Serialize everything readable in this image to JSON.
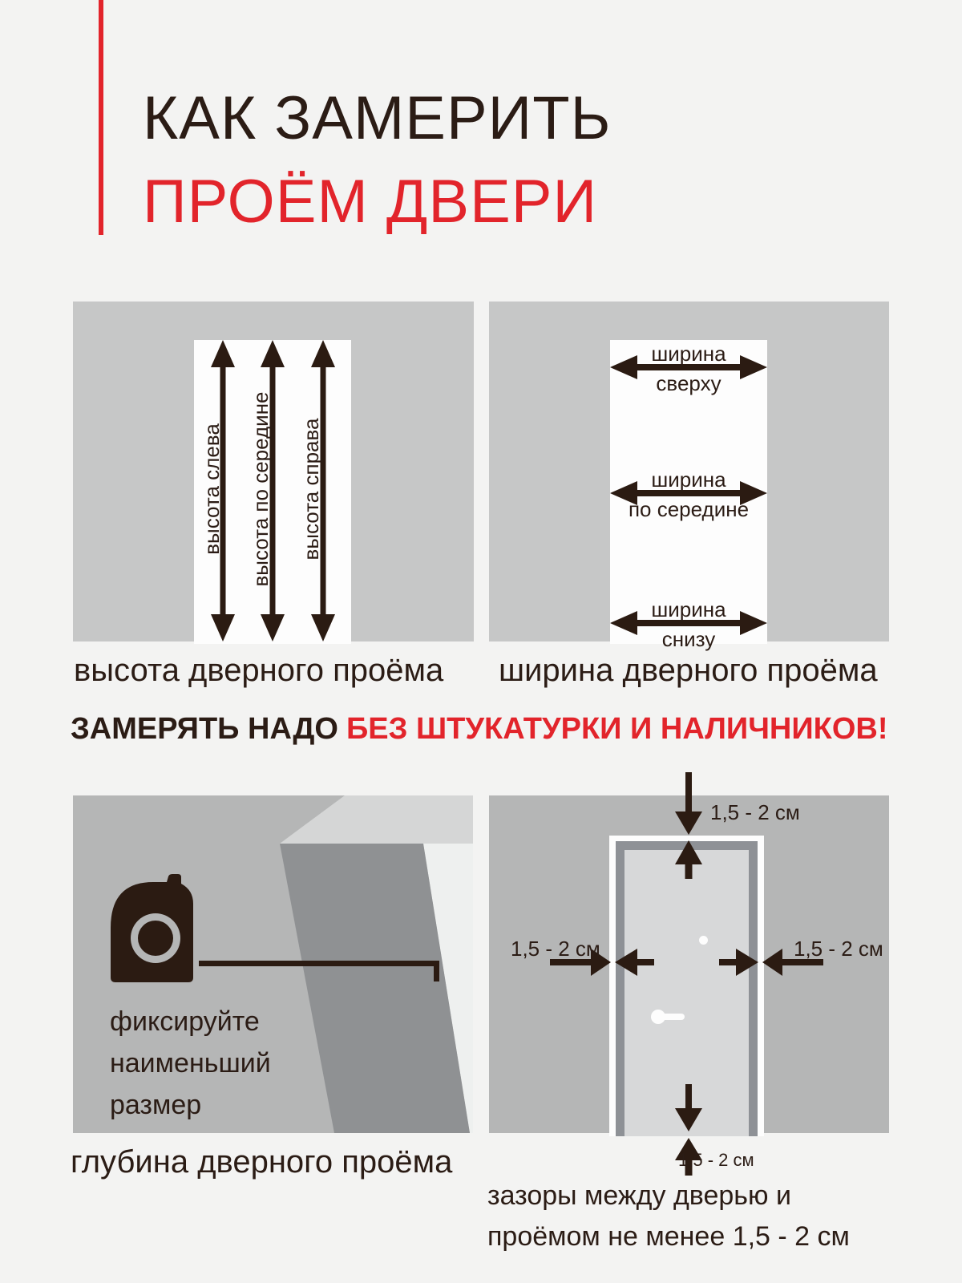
{
  "colors": {
    "background": "#f3f3f2",
    "accent_red": "#e2242b",
    "ink_dark": "#2b1c15",
    "panel_gray_top": "#c6c7c7",
    "panel_gray_bottom": "#b5b6b6",
    "wall_top_face": "#d5d6d6",
    "wall_side_face": "#8f9193",
    "door_frame": "#8e9196",
    "door_leaf": "#d7d8d9"
  },
  "title": {
    "line1": "КАК ЗАМЕРИТЬ",
    "line2": "ПРОЁМ ДВЕРИ"
  },
  "height_panel": {
    "arrow_labels": [
      "высота слева",
      "высота по середине",
      "высота справа"
    ],
    "caption": "высота дверного проёма"
  },
  "width_panel": {
    "rows": [
      {
        "line1": "ширина",
        "line2": "сверху"
      },
      {
        "line1": "ширина",
        "line2": "по середине"
      },
      {
        "line1": "ширина",
        "line2": "снизу"
      }
    ],
    "caption": "ширина дверного проёма"
  },
  "warning": {
    "dark": "ЗАМЕРЯТЬ НАДО",
    "red": "БЕЗ ШТУКАТУРКИ И НАЛИЧНИКОВ!"
  },
  "depth_panel": {
    "note_lines": [
      "фиксируйте",
      "наименьший",
      "размер"
    ],
    "caption": "глубина дверного проёма"
  },
  "gaps_panel": {
    "gap_label": "1,5 - 2 см",
    "caption_line1": "зазоры между дверью и",
    "caption_line2": "проёмом не менее 1,5 - 2 см"
  }
}
